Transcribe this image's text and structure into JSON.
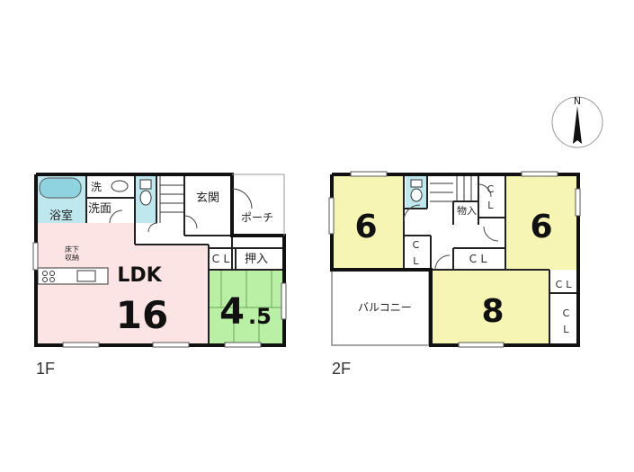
{
  "compass": {
    "label": "N"
  },
  "floor1": {
    "label": "1F",
    "rooms": {
      "ldk_label": "LDK",
      "ldk_size": "16",
      "underfloor_storage": "床下\n収納",
      "washroom": "洗面",
      "wash_machine": "洗",
      "bath": "浴室",
      "entrance": "玄関",
      "porch": "ポーチ",
      "closet": "ＣＬ",
      "oshiire": "押入",
      "tatami_size_main": "4",
      "tatami_size_frac": ".5"
    },
    "colors": {
      "ldk": "#fce4e4",
      "tatami": "#b9f0a6",
      "wet": "#bfe8ee"
    }
  },
  "floor2": {
    "label": "2F",
    "rooms": {
      "room_left": "6",
      "room_right": "6",
      "room_bottom": "8",
      "balcony": "バルコニー",
      "storage": "物入",
      "closet": "ＣＬ"
    },
    "colors": {
      "room": "#f6f5b4"
    }
  }
}
